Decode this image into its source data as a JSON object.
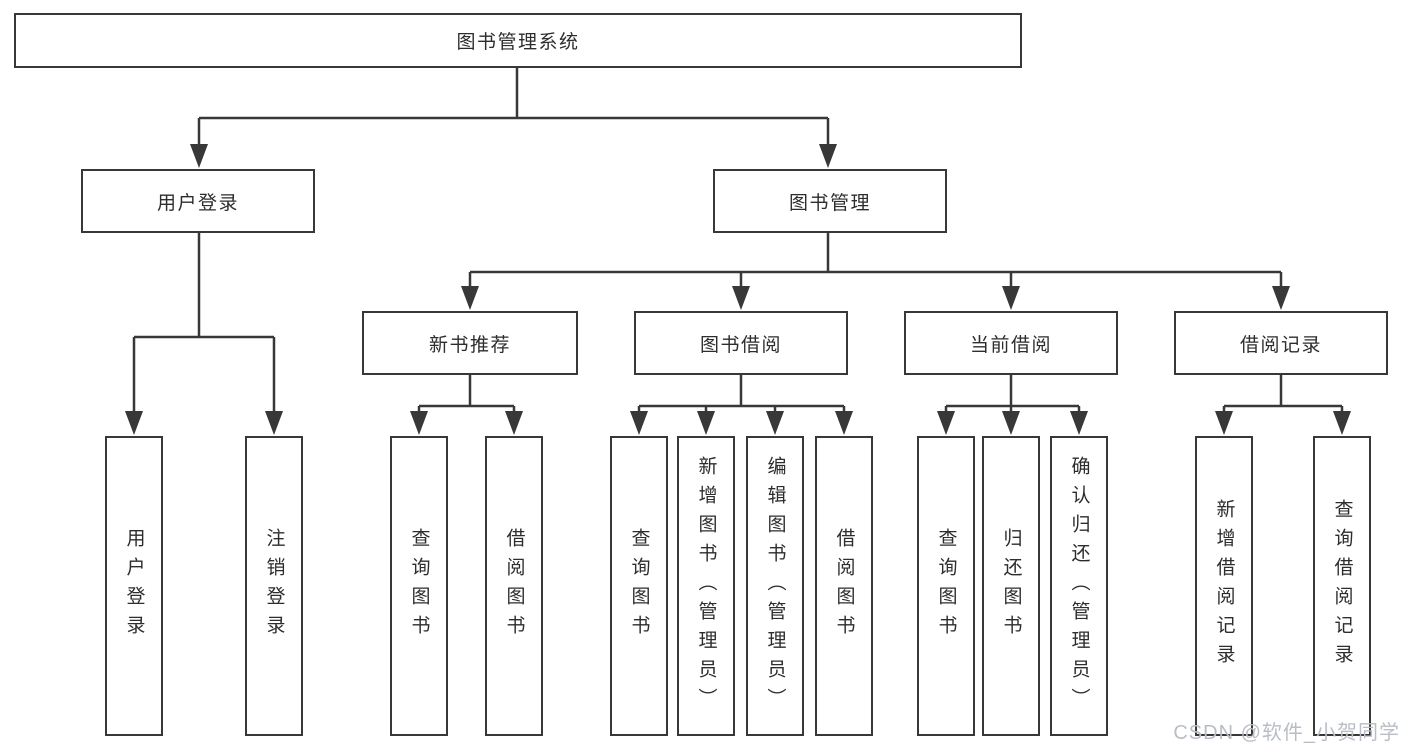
{
  "diagram_title": "图书管理系统",
  "tree": {
    "root": "图书管理系统",
    "children": [
      {
        "label": "用户登录",
        "children": [
          "用户登录",
          "注销登录"
        ]
      },
      {
        "label": "图书管理",
        "children": [
          {
            "label": "新书推荐",
            "children": [
              "查询图书",
              "借阅图书"
            ]
          },
          {
            "label": "图书借阅",
            "children": [
              "查询图书",
              "新增图书（管理员）",
              "编辑图书（管理员）",
              "借阅图书"
            ]
          },
          {
            "label": "当前借阅",
            "children": [
              "查询图书",
              "归还图书",
              "确认归还（管理员）"
            ]
          },
          {
            "label": "借阅记录",
            "children": [
              "新增借阅记录",
              "查询借阅记录"
            ]
          }
        ]
      }
    ]
  },
  "watermark": {
    "text": "CSDN @软件_小贺同学"
  },
  "colors": {
    "line": "#383838",
    "box_border": "#383838",
    "text": "#2d2d2d",
    "watermark": "#b9bec6",
    "background": "#ffffff"
  }
}
